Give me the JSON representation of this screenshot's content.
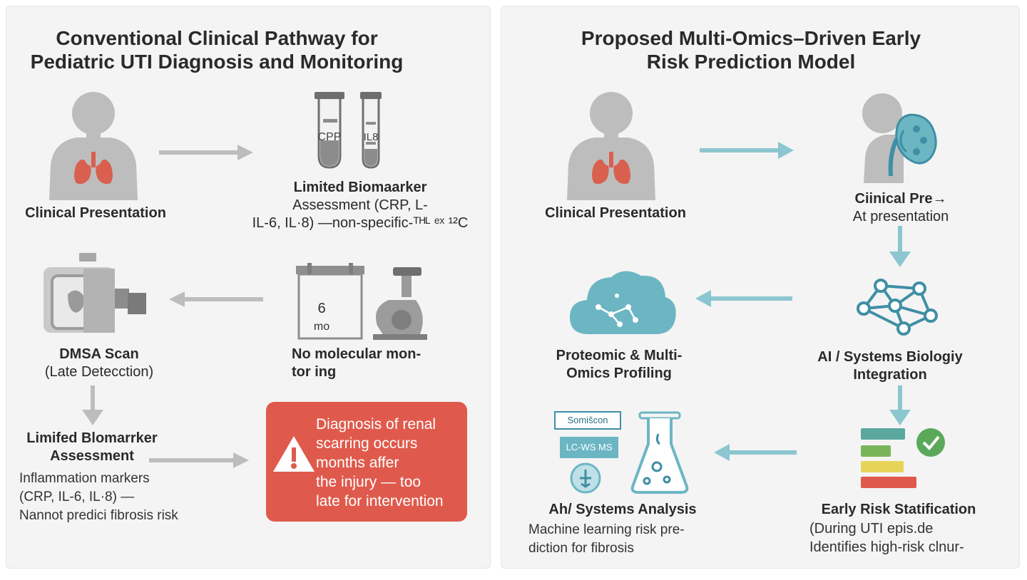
{
  "left": {
    "title": [
      "Conventional Clinical Pathway for",
      "Pediatric UTI Diagnosis and Monitoring"
    ],
    "clinical_presentation": "Clinical Presentation",
    "tubes": {
      "tube1": "CPP",
      "tube2": "IL8"
    },
    "limited_biomarker": [
      "Limited Biomaarker",
      "Assessment (CRP, L-",
      "IL-6, IL·8) —non-specific-ᵀᴴᴸ ᵉˣ ¹²C"
    ],
    "dmsa": [
      "DMSA Scan",
      "(Late Detecction)"
    ],
    "calendar": {
      "number": "6",
      "unit": "mo"
    },
    "no_molecular": [
      "No molecular mon-",
      "tor ing"
    ],
    "limited_biomarker_2": [
      "Limifed Blomarrker",
      "Assessment"
    ],
    "inflammation": [
      "Inflammation markers",
      "(CRP, IL-6, IL·8) —",
      "Nannot predici fibrosis risk"
    ],
    "callout": [
      "Diagnosis of renal",
      "scarring occurs",
      "months affer",
      "the injury — too",
      "late for intervention"
    ]
  },
  "right": {
    "title": [
      "Proposed Multi-Omics–Driven Early",
      "Risk Prediction Model"
    ],
    "clinical_presentation": "Clinical Presentation",
    "clinical_pre": [
      "Ciinical Pre→",
      "At presentation"
    ],
    "proteomic": [
      "Proteomic & Multi-",
      "Omics Profiling"
    ],
    "ai_systems": [
      "AI / Systems Biologiy",
      "Integration"
    ],
    "instruments": {
      "box1": "Somišcon",
      "box2": "LC-WS MS"
    },
    "ah_systems": "Ah/ Systems Analysis",
    "machine": [
      "Machine learning risk pre-",
      "diction for fibrosis"
    ],
    "early_risk": "Early Risk Statification",
    "during": [
      "(During UTI epis.de",
      "Identifies high-risk clnur-"
    ]
  },
  "colors": {
    "gray_icon": "#b9b9b9",
    "lung": "#d9604f",
    "teal": "#6cb6c4",
    "teal_dark": "#3f8fa4",
    "callout_red": "#df5a4c",
    "arrow_gray": "#bdbdbd",
    "arrow_teal": "#8cc6d0"
  }
}
